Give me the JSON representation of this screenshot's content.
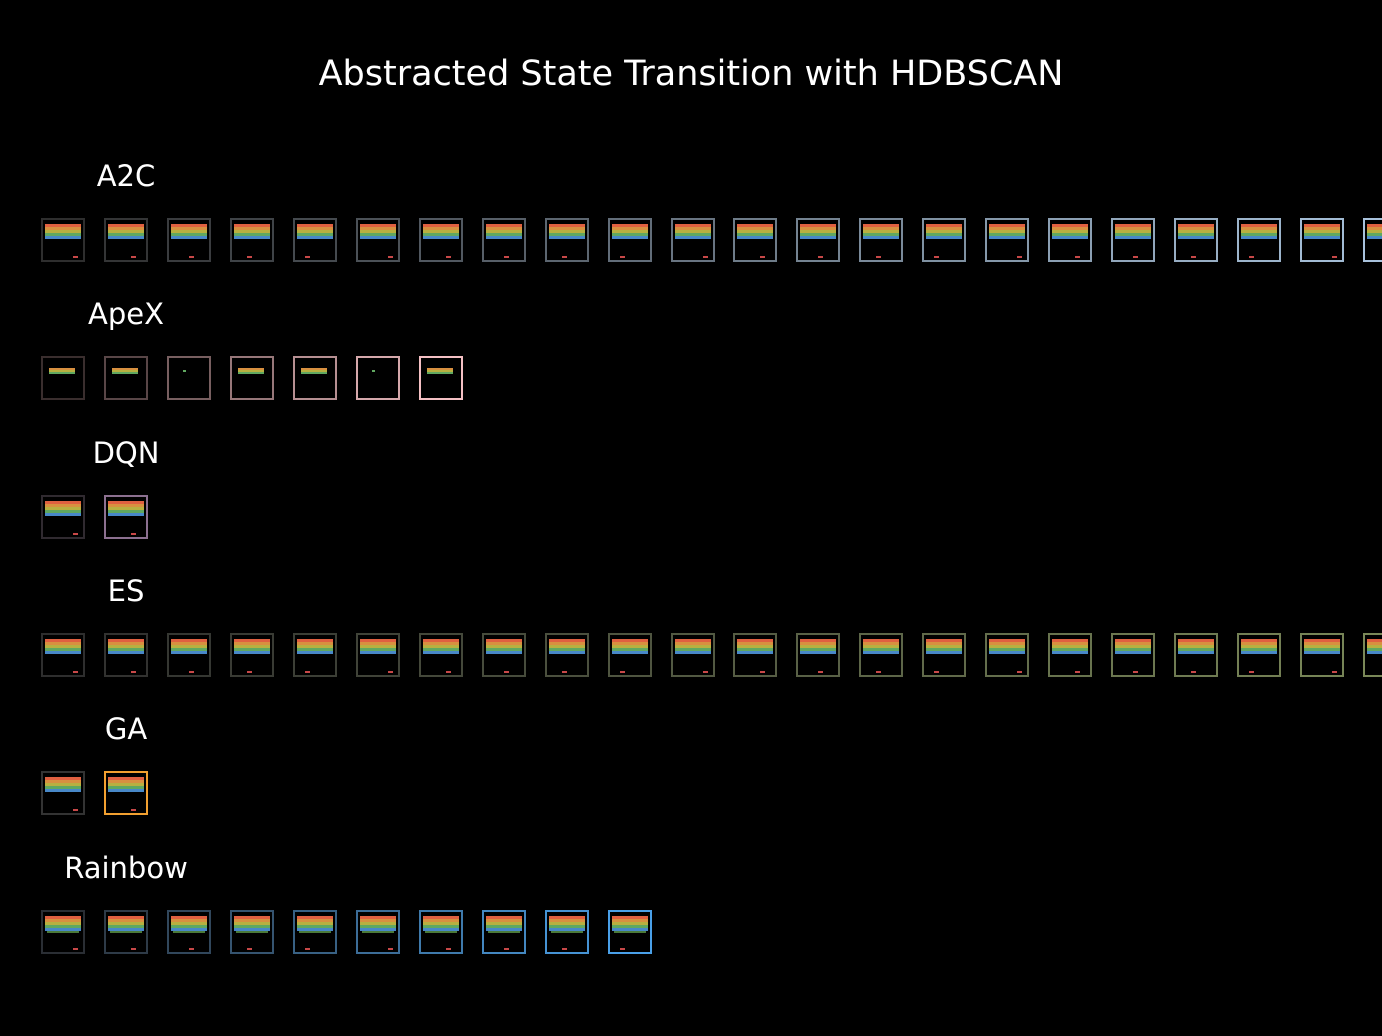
{
  "title": "Abstracted State Transition with HDBSCAN",
  "rows": [
    {
      "label": "A2C",
      "frames": 22,
      "frame_style": "bands",
      "border_from": "#2e2e2e",
      "border_to": "#a8c2dc"
    },
    {
      "label": "ApeX",
      "frames": 7,
      "frame_style": "sparse",
      "border_from": "#3a2e2e",
      "border_to": "#f4c0c4"
    },
    {
      "label": "DQN",
      "frames": 2,
      "frame_style": "bands",
      "border_from": "#302a30",
      "border_to": "#8c7090"
    },
    {
      "label": "ES",
      "frames": 22,
      "frame_style": "bands",
      "border_from": "#2e2e2e",
      "border_to": "#7a8858"
    },
    {
      "label": "GA",
      "frames": 2,
      "frame_style": "bands",
      "border_from": "#333333",
      "border_to": "#f2a030"
    },
    {
      "label": "Rainbow",
      "frames": 10,
      "frame_style": "noisy",
      "border_from": "#2a2e34",
      "border_to": "#4aa0e8"
    }
  ],
  "band_colors": [
    "#e06040",
    "#d89040",
    "#b8b040",
    "#60a860",
    "#4888c8"
  ]
}
